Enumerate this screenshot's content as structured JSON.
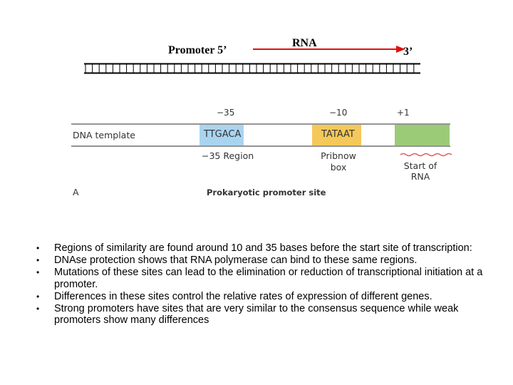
{
  "schematic": {
    "promoter_label": "Promoter  5’",
    "rna_label": "RNA",
    "three_prime_label": "3’"
  },
  "diagram": {
    "pos_minus35": "−35",
    "pos_minus10": "−10",
    "pos_plus1": "+1",
    "dna_template": "DNA template",
    "box1_seq": "TTGACA",
    "box2_seq": "TATAAT",
    "region35_label": "−35 Region",
    "pribnow_label": "Pribnow box",
    "start_label": "Start of RNA",
    "panel_letter": "A",
    "caption": "Prokaryotic promoter site",
    "colors": {
      "box1": "#a9d4f0",
      "box2": "#f5c85a",
      "box3": "#9ccb78",
      "wavy": "#e06060"
    }
  },
  "bullets": [
    "Regions of similarity are found around 10 and 35 bases before the start site of transcription:",
    "DNAse protection shows that RNA polymerase can bind to these same regions.",
    "Mutations of these sites can lead to the elimination or reduction of transcriptional initiation at a promoter.",
    "Differences in these sites control the relative rates of expression of different genes.",
    "Strong promoters have sites that are very similar to the consensus sequence while weak promoters show many differences"
  ]
}
